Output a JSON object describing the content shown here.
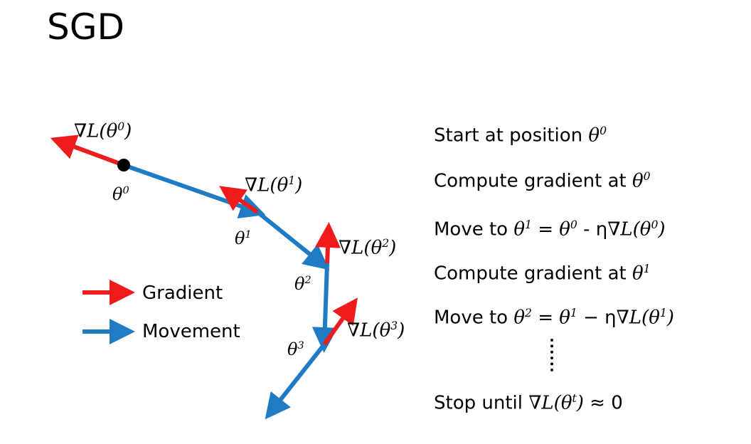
{
  "title": "SGD",
  "colors": {
    "gradient": "#ee1c1c",
    "movement": "#1f7bc4",
    "point": "#000000"
  },
  "legend": {
    "gradient_label": "Gradient",
    "movement_label": "Movement"
  },
  "point_labels": {
    "t0": "θ",
    "t0_sup": "0",
    "t1": "θ",
    "t1_sup": "1",
    "t2": "θ",
    "t2_sup": "2",
    "t3": "θ",
    "t3_sup": "3"
  },
  "gradient_labels": {
    "g0_pre": "∇L(θ",
    "g0_sup": "0",
    "g0_post": ")",
    "g1_pre": "∇L(θ",
    "g1_sup": "1",
    "g1_post": ")",
    "g2_pre": "∇L(θ",
    "g2_sup": "2",
    "g2_post": ")",
    "g3_pre": "∇L(θ",
    "g3_sup": "3",
    "g3_post": ")"
  },
  "steps": {
    "s1_text": "Start at position ",
    "s1_math": "θ",
    "s1_sup": "0",
    "s2_text": "Compute gradient at ",
    "s2_math": "θ",
    "s2_sup": "0",
    "s3_text": "Move to ",
    "s3_a": "θ",
    "s3_a_sup": "1",
    "s3_eq": " = ",
    "s3_b": "θ",
    "s3_b_sup": "0",
    "s3_minus": " - η",
    "s3_grad": "∇L(θ",
    "s3_grad_sup": "0",
    "s3_close": ")",
    "s4_text": "Compute gradient at ",
    "s4_math": "θ",
    "s4_sup": "1",
    "s5_text": "Move to ",
    "s5_a": "θ",
    "s5_a_sup": "2",
    "s5_eq": " = ",
    "s5_b": "θ",
    "s5_b_sup": "1",
    "s5_minus": " − η",
    "s5_grad": "∇L(θ",
    "s5_grad_sup": "1",
    "s5_close": ")",
    "s6_text": "Stop until ",
    "s6_grad": "∇L(θ",
    "s6_grad_sup": "t",
    "s6_close": ")",
    "s6_approx": " ≈ 0"
  }
}
